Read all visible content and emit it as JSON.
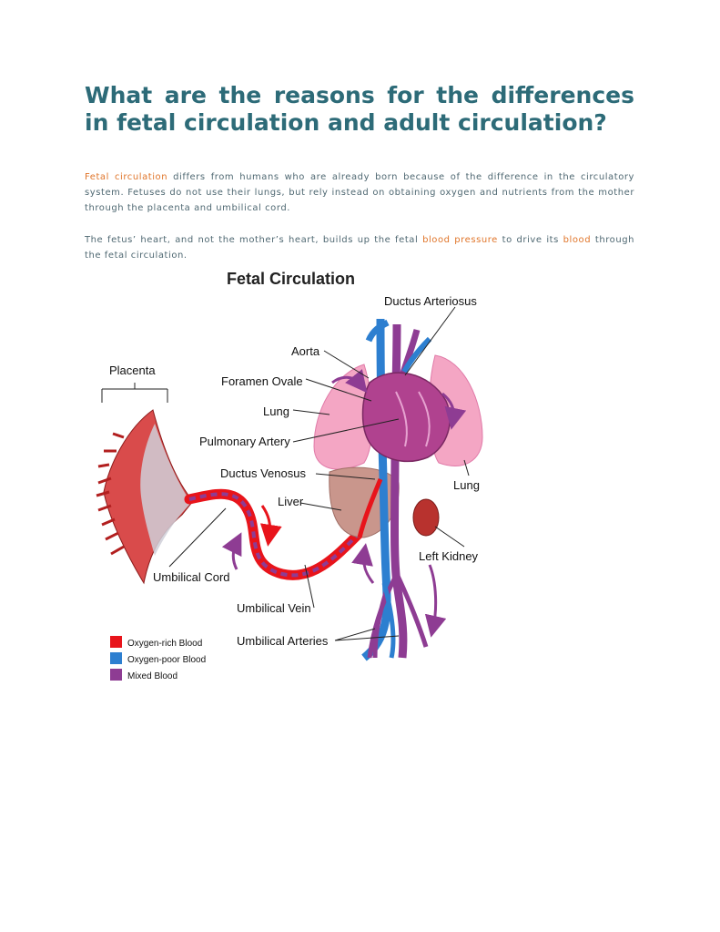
{
  "article": {
    "title": "What are the reasons for the differences in fetal circulation and adult circulation?",
    "paragraph1": {
      "link": "Fetal circulation",
      "text_a": " differs from humans who are already born because of the difference in the circulatory system.  Fetuses do not use their lungs, but rely instead on obtaining oxygen and nutrients from the mother through the placenta and umbilical cord."
    },
    "paragraph2": {
      "text_a": "The fetus’ heart, and not the mother’s heart, builds up the fetal ",
      "link_a": "blood pressure",
      "text_b": " to drive its ",
      "link_b": "blood",
      "text_c": " through the fetal circulation."
    }
  },
  "figure": {
    "title": "Fetal Circulation",
    "labels": {
      "ductus_arteriosus": "Ductus Arteriosus",
      "placenta": "Placenta",
      "aorta": "Aorta",
      "foramen_ovale": "Foramen Ovale",
      "lung_left": "Lung",
      "pulmonary_artery": "Pulmonary Artery",
      "ductus_venosus": "Ductus Venosus",
      "lung_right": "Lung",
      "liver": "Liver",
      "left_kidney": "Left Kidney",
      "umbilical_cord": "Umbilical Cord",
      "umbilical_vein": "Umbilical Vein",
      "umbilical_arteries": "Umbilical Arteries"
    },
    "legend": [
      {
        "label": "Oxygen-rich Blood",
        "color": "#e8141b"
      },
      {
        "label": "Oxygen-poor Blood",
        "color": "#2d7fd0"
      },
      {
        "label": "Mixed Blood",
        "color": "#8e3c93"
      }
    ],
    "colors": {
      "lung": "#f4a6c4",
      "heart": "#b0428f",
      "liver": "#c9968c",
      "kidney": "#b8322e",
      "oxygen_rich": "#e8141b",
      "oxygen_poor": "#2d7fd0",
      "mixed": "#8e3c93"
    }
  }
}
